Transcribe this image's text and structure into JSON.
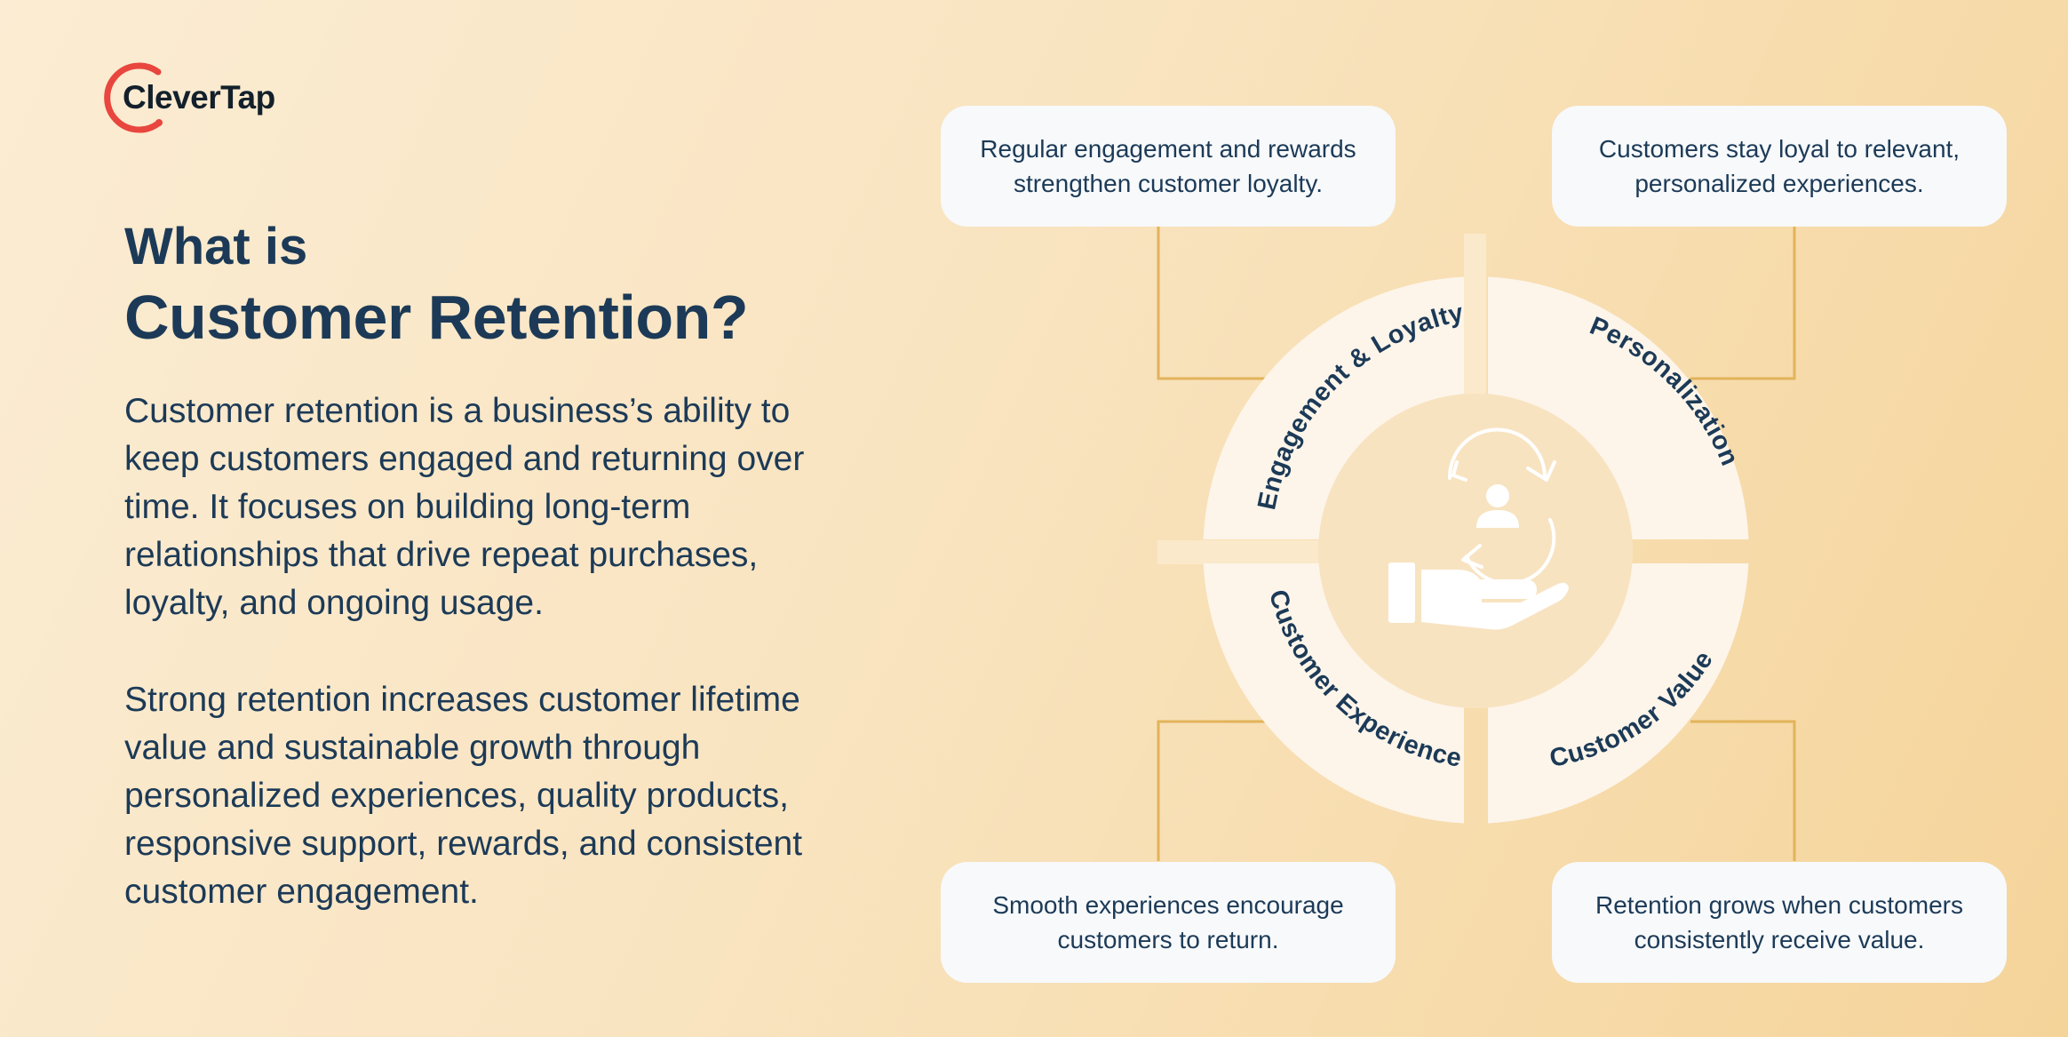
{
  "brand": {
    "name": "CleverTap",
    "accent_color": "#e8463e",
    "text_color": "#1c3a57"
  },
  "heading": {
    "line1": "What is",
    "line2": "Customer Retention?"
  },
  "paragraphs": [
    "Customer retention is a business’s ability to keep customers engaged and returning over time. It focuses on building long-term relationships that drive repeat purchases, loyalty, and ongoing usage.",
    "Strong retention increases customer lifetime value and sustainable growth through personalized experiences, quality products, responsive support, rewards, and consistent customer engagement."
  ],
  "diagram": {
    "segments": [
      {
        "label": "Engagement & Loyalty"
      },
      {
        "label": "Personalization"
      },
      {
        "label": "Customer Value"
      },
      {
        "label": "Customer Experience"
      }
    ],
    "cards": [
      {
        "text": "Regular engagement and rewards strengthen customer loyalty."
      },
      {
        "text": "Customers stay loyal to relevant, personalized experiences."
      },
      {
        "text": "Smooth experiences encourage customers to return."
      },
      {
        "text": "Retention grows when customers consistently receive value."
      }
    ],
    "center_icon": "customer-retention-hand-icon",
    "ring_color": "#fdf5ea",
    "connector_color": "#e2b35a"
  }
}
